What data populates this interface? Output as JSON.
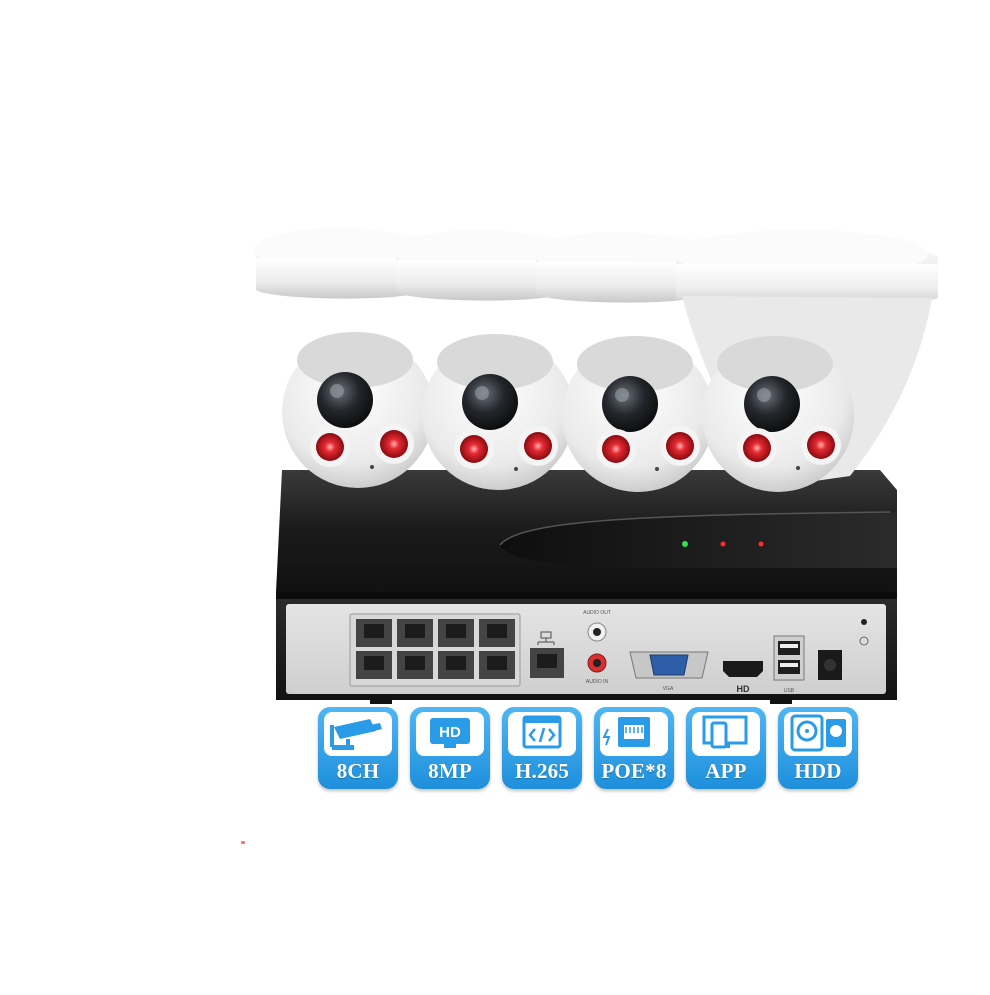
{
  "product": {
    "recorder_labels": {
      "hd": "HD",
      "vga": "VGA",
      "usb": "USB",
      "audio_out": "AUDIO OUT",
      "audio_in": "AUDIO IN"
    }
  },
  "badges": [
    {
      "icon": "cctv-camera-icon",
      "label": "8CH"
    },
    {
      "icon": "hd-icon",
      "label": "8MP",
      "icon_text": "HD"
    },
    {
      "icon": "code-window-icon",
      "label": "H.265"
    },
    {
      "icon": "ethernet-port-icon",
      "label": "POE*8"
    },
    {
      "icon": "phone-monitor-icon",
      "label": "APP"
    },
    {
      "icon": "hard-drive-icon",
      "label": "HDD"
    }
  ],
  "colors": {
    "badge_blue": "#2a9be6",
    "camera_white": "#f2f2f2",
    "ir_led_red": "#d8141c",
    "nvr_black": "#1c1c1c"
  }
}
